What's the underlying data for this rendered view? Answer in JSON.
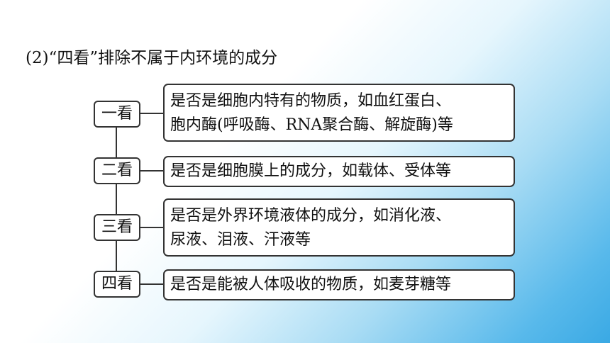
{
  "heading": "(2)“四看”排除不属于内环境的成分",
  "checks": [
    {
      "label": "一看",
      "lines": [
        "是否是细胞内特有的物质，如血红蛋白、",
        "胞内酶(呼吸酶、RNA聚合酶、解旋酶)等"
      ]
    },
    {
      "label": "二看",
      "lines": [
        "是否是细胞膜上的成分，如载体、受体等"
      ]
    },
    {
      "label": "三看",
      "lines": [
        "是否是外界环境液体的成分，如消化液、",
        "尿液、泪液、汗液等"
      ]
    },
    {
      "label": "四看",
      "lines": [
        "是否是能被人体吸收的物质，如麦芽糖等"
      ]
    }
  ]
}
